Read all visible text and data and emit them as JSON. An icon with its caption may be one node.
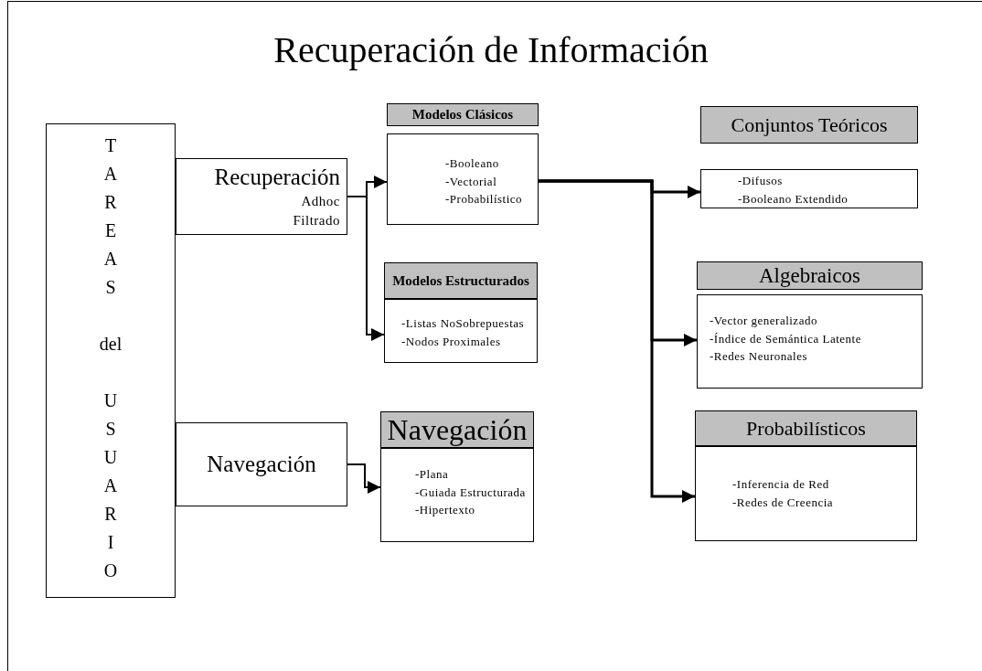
{
  "diagram": {
    "title": "Recuperación de Información",
    "nodes": [
      {
        "text": [
          "TAREAS",
          "del",
          "USUARIO"
        ]
      },
      {
        "text": [
          "Recuperación",
          "Adhoc",
          "Filtrado"
        ]
      },
      {
        "text": [
          "Navegación"
        ]
      },
      {
        "text": [
          "Modelos Clásicos",
          "-Booleano",
          "-Vectorial",
          "-Probabilístico"
        ]
      },
      {
        "text": [
          "Modelos Estructurados",
          "-Listas NoSobrepuestas",
          "-Nodos Proximales"
        ]
      },
      {
        "text": [
          "Navegación",
          "-Plana",
          "-Guiada Estructurada",
          "-Hipertexto"
        ]
      },
      {
        "text": [
          "Conjuntos Teóricos",
          "-Difusos",
          "-Booleano Extendido"
        ]
      },
      {
        "text": [
          "Algebraicos",
          "-Vector generalizado",
          "-Índice de Semántica Latente",
          "-Redes Neuronales"
        ]
      },
      {
        "text": [
          "Probabilísticos",
          "-Inferencia de Red",
          "-Redes de Creencia"
        ]
      }
    ],
    "edges": [
      {
        "from": 1,
        "to": 3,
        "arrow": "to"
      },
      {
        "from": 1,
        "to": 4,
        "arrow": "to"
      },
      {
        "from": 2,
        "to": 5,
        "arrow": "to"
      },
      {
        "from": 3,
        "to": 6,
        "arrow": "to"
      },
      {
        "from": 3,
        "to": 7,
        "arrow": "to"
      },
      {
        "from": 3,
        "to": 8,
        "arrow": "to"
      }
    ]
  }
}
